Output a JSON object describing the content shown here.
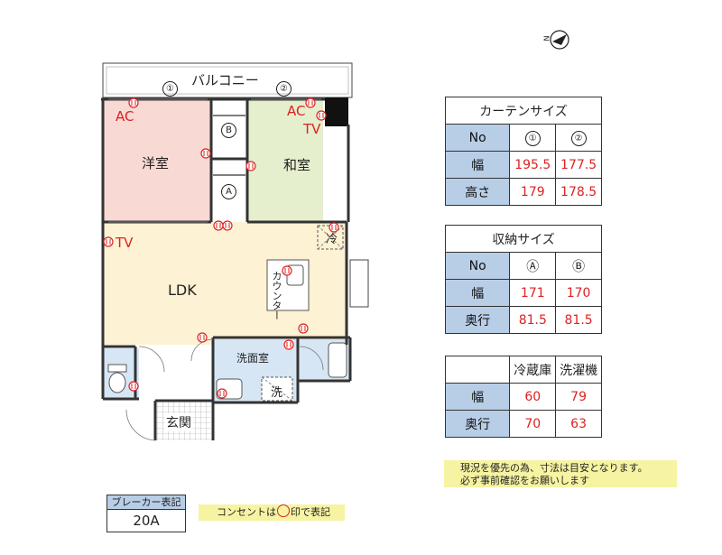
{
  "floorplan": {
    "balcony": "バルコニー",
    "window_1": "①",
    "window_2": "②",
    "room_western": "洋室",
    "room_japanese": "和室",
    "room_ldk": "LDK",
    "counter": "カウンター",
    "washroom": "洗面室",
    "entrance": "玄関",
    "storage_a": "A",
    "storage_b": "B",
    "ac_label": "AC",
    "tv_label": "TV",
    "fridge_mark": "冷",
    "washer_mark": "洗",
    "outlet_mark": "コ",
    "compass": "N"
  },
  "curtain_table": {
    "title": "カーテンサイズ",
    "header": [
      "No",
      "①",
      "②"
    ],
    "rows": [
      {
        "label": "幅",
        "values": [
          "195.5",
          "177.5"
        ]
      },
      {
        "label": "高さ",
        "values": [
          "179",
          "178.5"
        ]
      }
    ]
  },
  "storage_table": {
    "title": "収納サイズ",
    "header": [
      "No",
      "Ⓐ",
      "Ⓑ"
    ],
    "rows": [
      {
        "label": "幅",
        "values": [
          "171",
          "170"
        ]
      },
      {
        "label": "奥行",
        "values": [
          "81.5",
          "81.5"
        ]
      }
    ]
  },
  "appliance_table": {
    "header": [
      "",
      "冷蔵庫",
      "洗濯機"
    ],
    "rows": [
      {
        "label": "幅",
        "values": [
          "60",
          "79"
        ]
      },
      {
        "label": "奥行",
        "values": [
          "70",
          "63"
        ]
      }
    ]
  },
  "note": {
    "line1": "現況を優先の為、寸法は目安となります。",
    "line2": "必ず事前確認をお願いします"
  },
  "breaker": {
    "title": "ブレーカー表記",
    "value": "20A"
  },
  "outlet_legend": {
    "prefix": "コンセントは",
    "suffix": "印で表記"
  },
  "colors": {
    "western_room": "#f9d9d4",
    "japanese_room": "#e5efce",
    "ldk": "#fdf2d4",
    "wet_area": "#d7e6f4",
    "label_cell": "#b8cde6",
    "value_text": "#dd2222",
    "note_bg": "#f6f3a2"
  }
}
